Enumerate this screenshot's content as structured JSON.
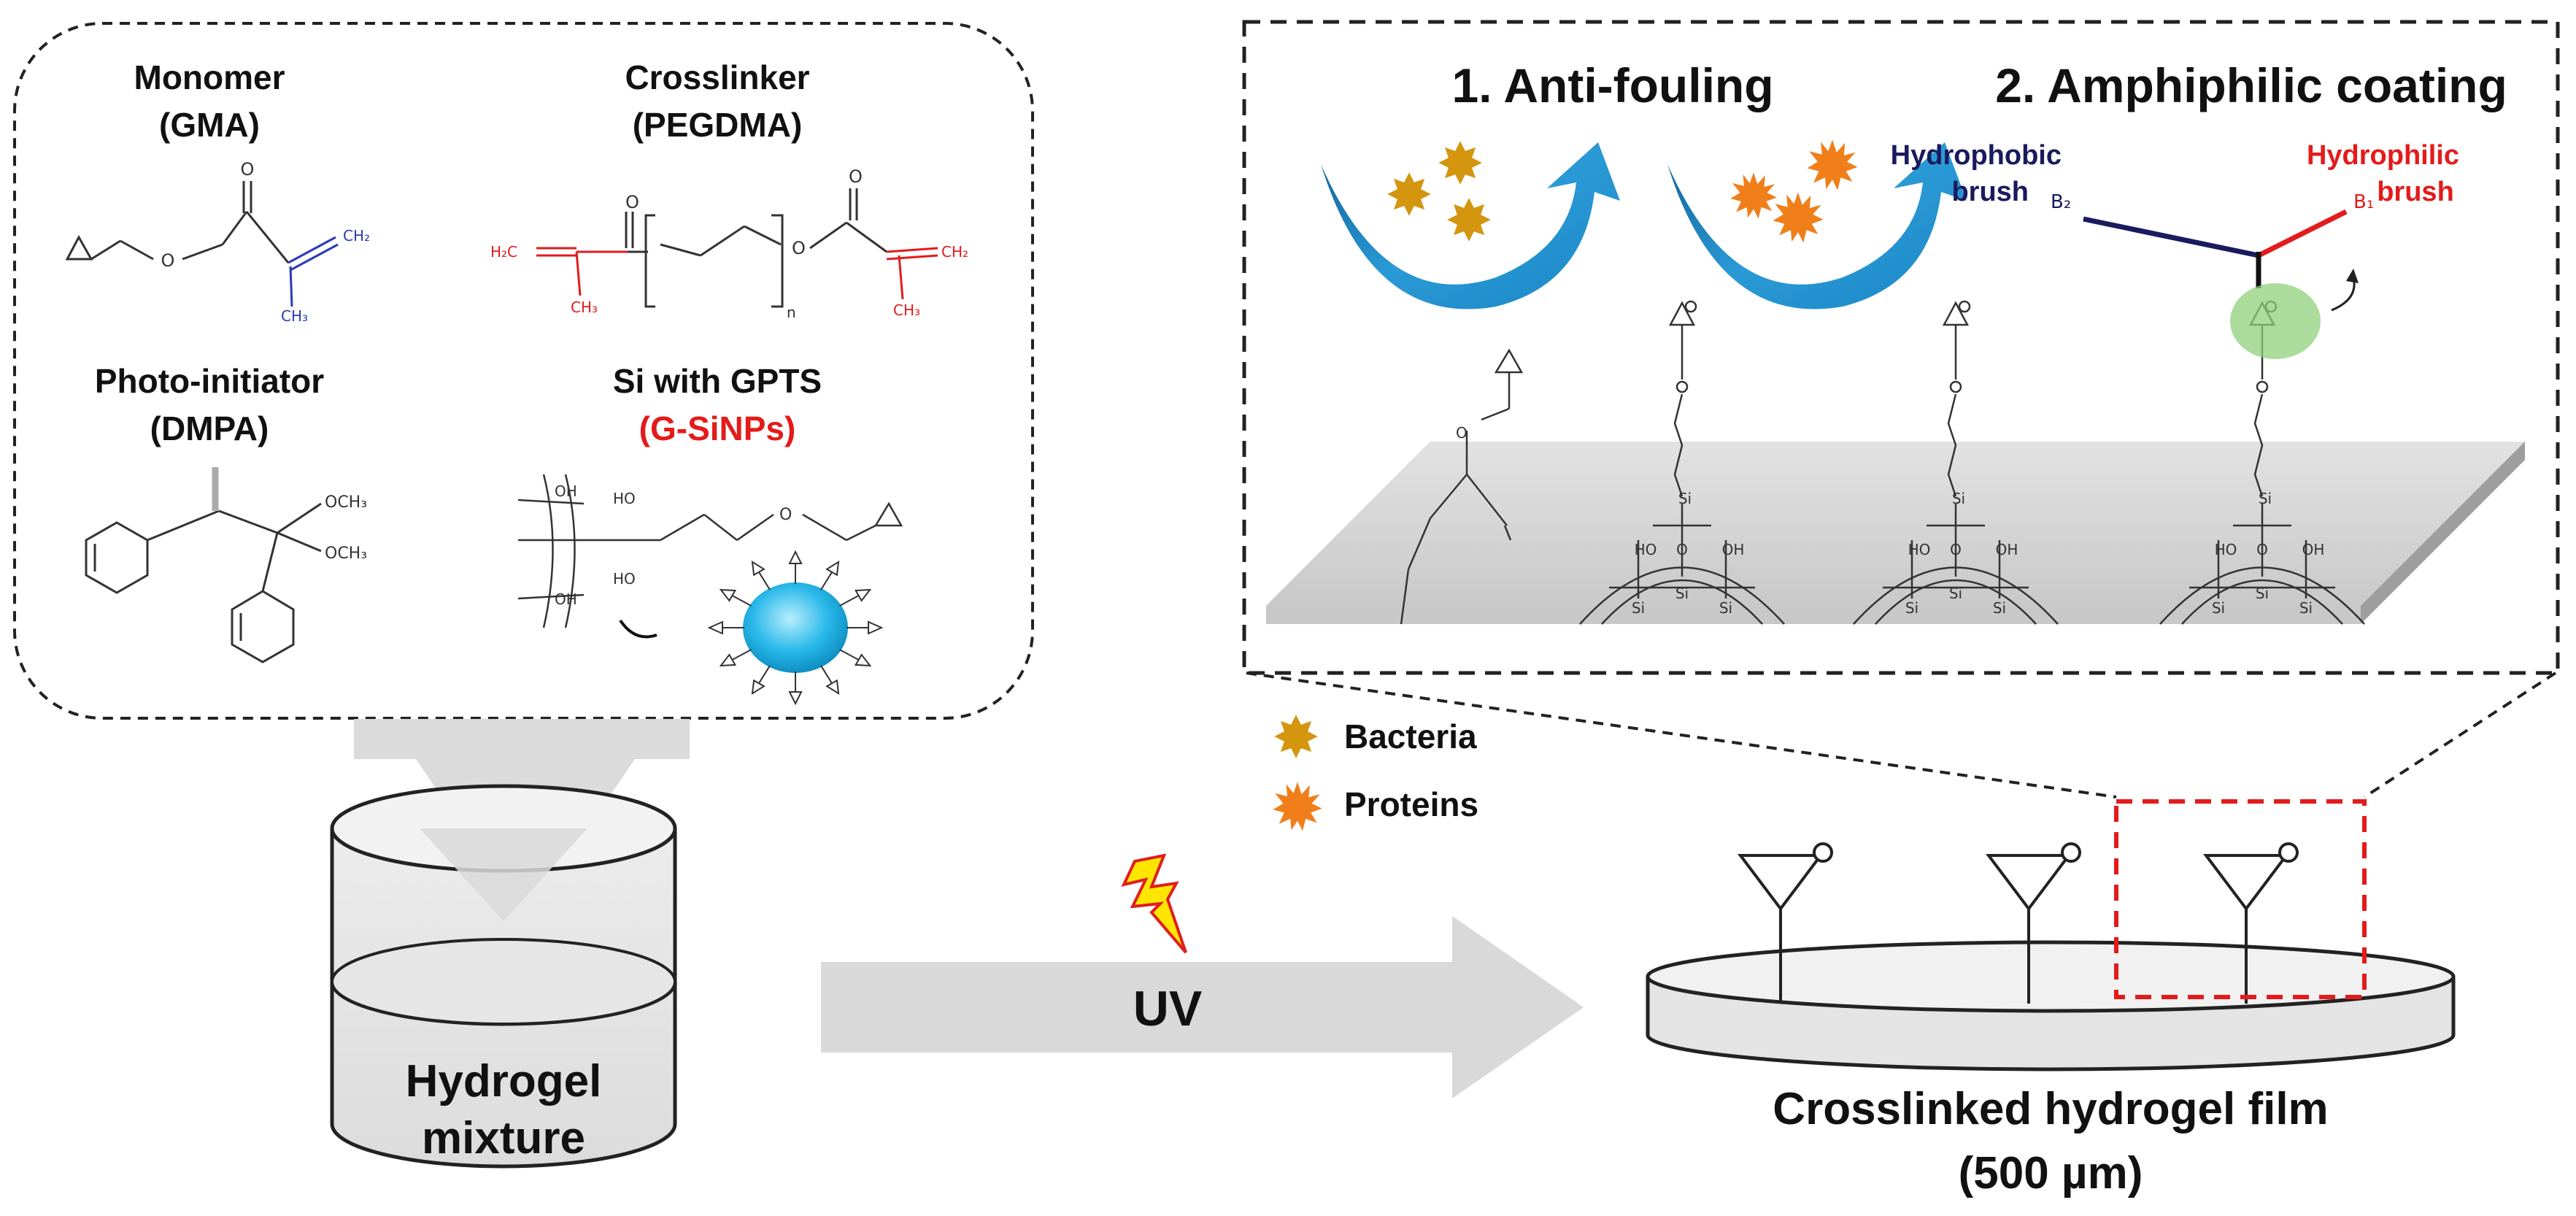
{
  "reagents": {
    "monomer": {
      "title": "Monomer",
      "abbr": "(GMA)"
    },
    "crosslinker": {
      "title": "Crosslinker",
      "abbr": "(PEGDMA)"
    },
    "photoinitiator": {
      "title": "Photo-initiator",
      "abbr": "(DMPA)"
    },
    "silica": {
      "title": "Si with GPTS",
      "abbr": "(G-SiNPs)"
    }
  },
  "chem_text": {
    "ch2": "CH₂",
    "ch3": "CH₃",
    "h2c": "H₂C",
    "n": "n",
    "och3": "OCH₃",
    "o": "O",
    "oh": "OH",
    "ho": "HO",
    "si": "Si",
    "b1": "B₁",
    "b2": "B₂"
  },
  "process": {
    "mixture_label_1": "Hydrogel",
    "mixture_label_2": "mixture",
    "uv_label": "UV",
    "film_label": "Crosslinked hydrogel film",
    "film_thickness": "(500 µm)"
  },
  "inset": {
    "step1": "1. Anti-fouling",
    "step2": "2. Amphiphilic coating",
    "hydrophobic_1": "Hydrophobic",
    "hydrophobic_2": "brush",
    "hydrophilic_1": "Hydrophilic",
    "hydrophilic_2": "brush"
  },
  "legend": {
    "bacteria": "Bacteria",
    "proteins": "Proteins"
  },
  "colors": {
    "red_label": "#e31b1b",
    "blue_label": "#1a1a5e",
    "bacteria": "#d4950f",
    "proteins": "#f07f1a",
    "arrow_blue": "#1b86c6",
    "nanoparticle": "#29b8ea",
    "gray_arrow": "#d9d9d9",
    "green_highlight": "#8fd07a"
  }
}
